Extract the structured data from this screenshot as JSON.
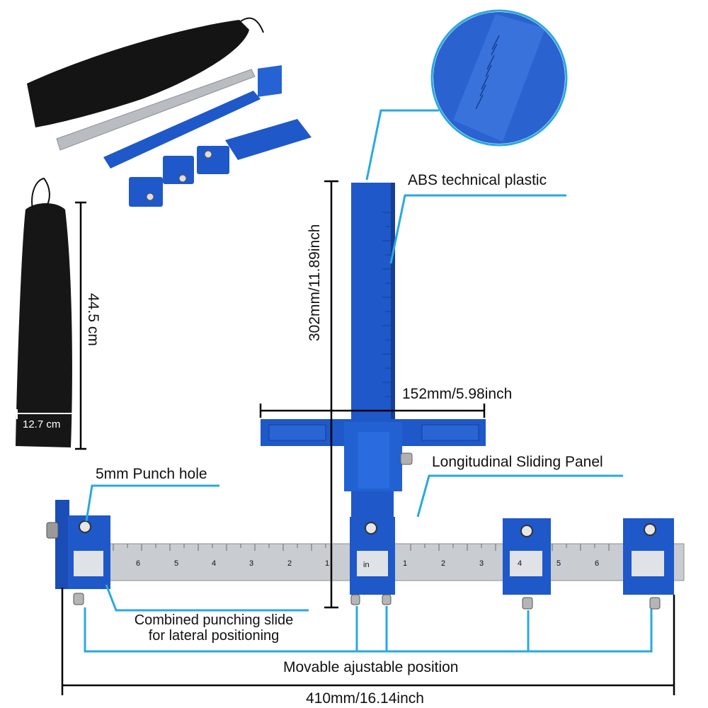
{
  "labels": {
    "abs": "ABS technical plastic",
    "height_dim": "302mm/11.89inch",
    "width_dim": "152mm/5.98inch",
    "sliding_panel": "Longitudinal Sliding Panel",
    "punch_hole": "5mm Punch hole",
    "bag_length": "44.5 cm",
    "bag_width": "12.7 cm",
    "combined_line1": "Combined punching slide",
    "combined_line2": "for lateral positioning",
    "movable": "Movable ajustable position",
    "total_dim": "410mm/16.14inch"
  },
  "ruler_marks": {
    "left": [
      "6",
      "5",
      "4",
      "3",
      "2",
      "1"
    ],
    "center": "in",
    "right": [
      "1",
      "2",
      "3",
      "4",
      "5",
      "6"
    ]
  },
  "colors": {
    "tool_blue": "#1f58c8",
    "tool_blue_dark": "#163f94",
    "leader_cyan": "#29a8e0",
    "bag_black": "#111111",
    "steel": "#c9ccd0"
  }
}
